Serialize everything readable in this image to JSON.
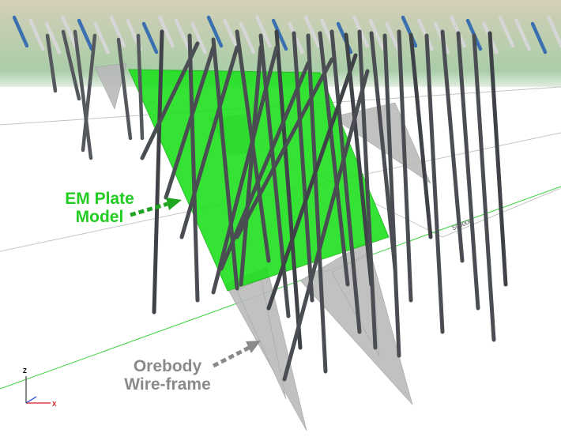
{
  "labels": {
    "em_plate": {
      "line1": "EM Plate",
      "line2": "Model",
      "color": "#22cc22"
    },
    "orebody": {
      "line1": "Orebody",
      "line2": "Wire-frame",
      "color": "#8a8a8a"
    }
  },
  "axes": {
    "z": "Z",
    "x": "X"
  },
  "grid_label": "590000",
  "colors": {
    "em_plate_fill": "#1fe01f",
    "wireframe_fill": "#b9b9b9",
    "drillhole": "#4a4d52",
    "horizon_top": "#d4cfb7",
    "horizon_band": "#aacda9",
    "grid_line": "#bfbfbf",
    "baseline": "#3bd43b",
    "axis_x": "#d21f1f",
    "axis_y": "#1f3fd2"
  },
  "icons": [
    "em-plate-arrow-icon",
    "orebody-arrow-icon",
    "axis-triad-icon"
  ]
}
